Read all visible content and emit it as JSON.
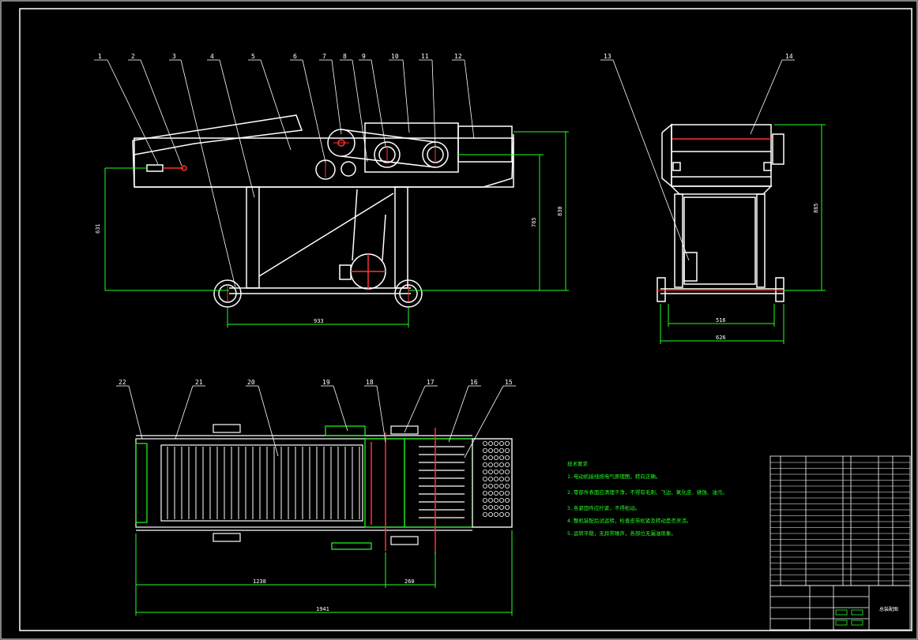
{
  "drawing": {
    "part_labels": [
      "1",
      "2",
      "3",
      "4",
      "5",
      "6",
      "7",
      "8",
      "9",
      "10",
      "11",
      "12",
      "13",
      "14",
      "15",
      "16",
      "17",
      "18",
      "19",
      "20",
      "21",
      "22"
    ],
    "front_view_dims": {
      "height_left": "631",
      "height_mid": "765",
      "height_right": "830",
      "wheelbase": "933"
    },
    "side_view_dims": {
      "height": "865",
      "track_inner": "516",
      "track_outer": "626"
    },
    "top_view_dims": {
      "segment_a": "1238",
      "segment_b": "260",
      "overall": "1941"
    },
    "notes_title": "技术要求",
    "notes": [
      "1.电动机接线按电气原理图，转向正确。",
      "2.零部件表面应清理干净，不得有毛刺、飞边、氧化皮、锈蚀、油污。",
      "3.各紧固件应拧紧，不得松动。",
      "4.整机装配后试运转，检查皮带松紧及转动是否灵活。",
      "5.运转平稳，无异常噪声，各部位无漏油现象。"
    ],
    "title_block": {
      "drawing_title": "总装配图",
      "scale_cells": [
        "",
        "",
        "",
        ""
      ]
    }
  }
}
